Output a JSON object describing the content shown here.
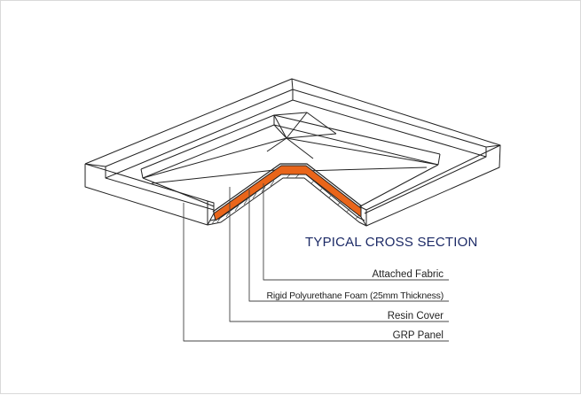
{
  "diagram": {
    "title": "TYPICAL CROSS SECTION",
    "callouts": [
      {
        "label": "Attached Fabric"
      },
      {
        "label": "Rigid Polyurethane Foam (25mm Thickness)"
      },
      {
        "label": "Resin Cover"
      },
      {
        "label": "GRP Panel"
      }
    ],
    "colors": {
      "foam_layer": "#e9651a",
      "title_text": "#1c2a66",
      "outline": "#222222"
    }
  }
}
